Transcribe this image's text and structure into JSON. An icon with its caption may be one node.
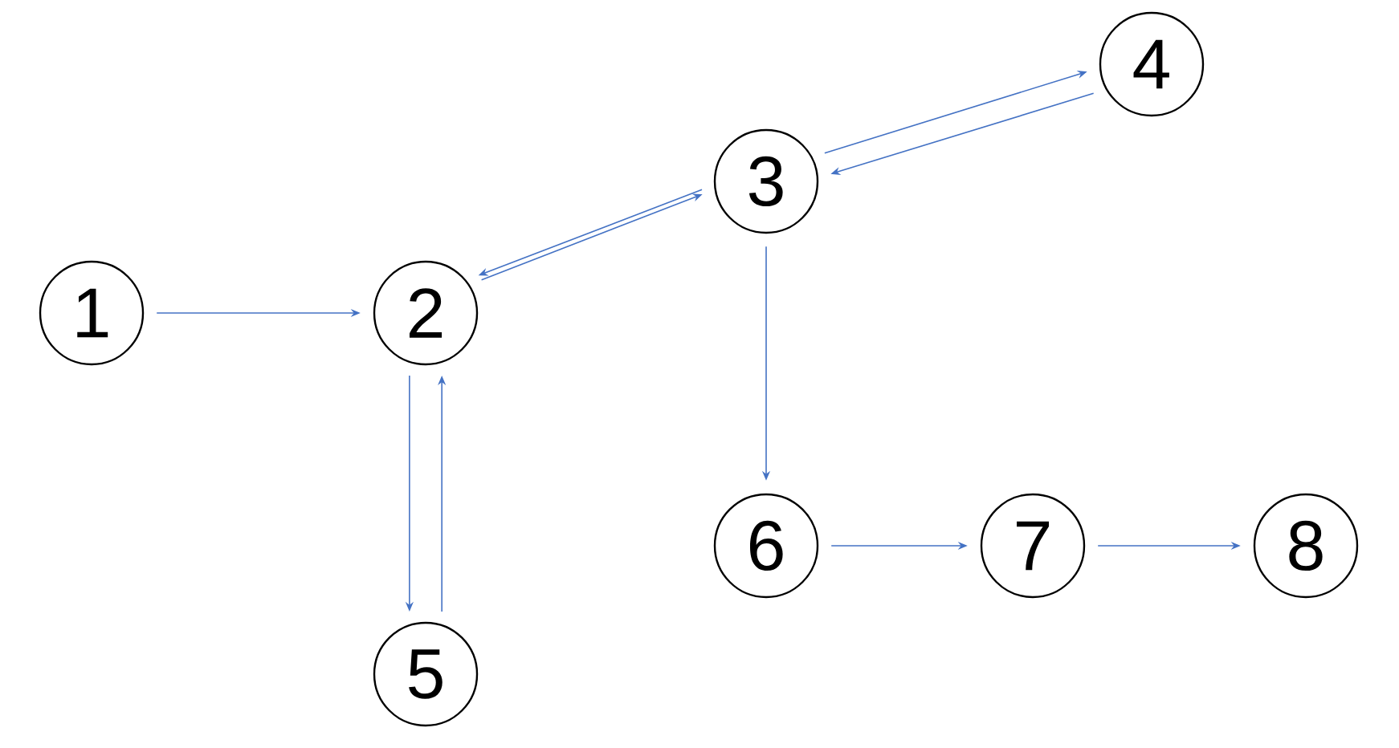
{
  "diagram": {
    "nodes": [
      {
        "text": [
          "1"
        ]
      },
      {
        "text": [
          "2"
        ]
      },
      {
        "text": [
          "3"
        ]
      },
      {
        "text": [
          "4"
        ]
      },
      {
        "text": [
          "5"
        ]
      },
      {
        "text": [
          "6"
        ]
      },
      {
        "text": [
          "7"
        ]
      },
      {
        "text": [
          "8"
        ]
      }
    ],
    "edges": [
      {
        "from": 0,
        "to": 1,
        "arrow": "to"
      },
      {
        "from": 1,
        "to": 2,
        "arrow": "to"
      },
      {
        "from": 2,
        "to": 1,
        "arrow": "to"
      },
      {
        "from": 2,
        "to": 3,
        "arrow": "to"
      },
      {
        "from": 3,
        "to": 2,
        "arrow": "to"
      },
      {
        "from": 2,
        "to": 5,
        "arrow": "to"
      },
      {
        "from": 5,
        "to": 6,
        "arrow": "to"
      },
      {
        "from": 6,
        "to": 7,
        "arrow": "to"
      },
      {
        "from": 1,
        "to": 4,
        "arrow": "to"
      },
      {
        "from": 4,
        "to": 1,
        "arrow": "to"
      }
    ]
  }
}
